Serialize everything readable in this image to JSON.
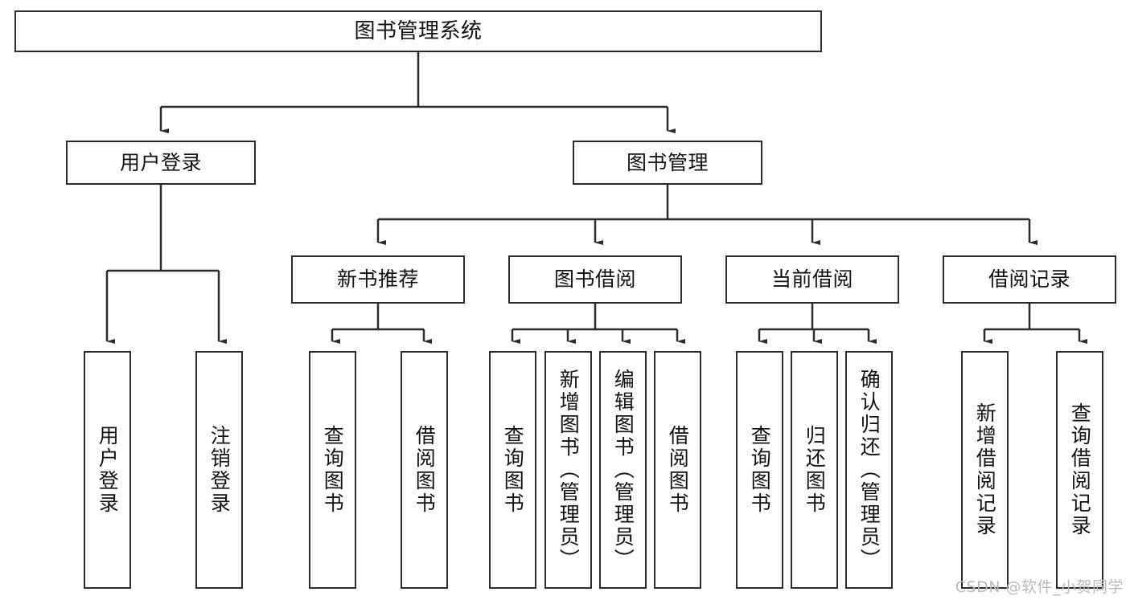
{
  "diagram": {
    "title": "图书管理系统",
    "type": "tree",
    "watermark": "CSDN @软件_小贺同学",
    "levels": {
      "root": {
        "label": "图书管理系统"
      },
      "level1": [
        {
          "label": "用户登录"
        },
        {
          "label": "图书管理"
        }
      ],
      "level2": [
        {
          "label": "新书推荐"
        },
        {
          "label": "图书借阅"
        },
        {
          "label": "当前借阅"
        },
        {
          "label": "借阅记录"
        }
      ],
      "leaves_user_login": [
        {
          "label": "用户登录"
        },
        {
          "label": "注销登录"
        }
      ],
      "leaves_new_book": [
        {
          "label": "查询图书"
        },
        {
          "label": "借阅图书"
        }
      ],
      "leaves_borrow": [
        {
          "label": "查询图书"
        },
        {
          "label": "新增图书（管理员）"
        },
        {
          "label": "编辑图书（管理员）"
        },
        {
          "label": "借阅图书"
        }
      ],
      "leaves_current": [
        {
          "label": "查询图书"
        },
        {
          "label": "归还图书"
        },
        {
          "label": "确认归还（管理员）"
        }
      ],
      "leaves_records": [
        {
          "label": "新增借阅记录"
        },
        {
          "label": "查询借阅记录"
        }
      ]
    },
    "colors": {
      "stroke": "#2b2b2b",
      "fill": "#ffffff",
      "text": "#111111",
      "watermark": "#b9b9b9"
    }
  }
}
